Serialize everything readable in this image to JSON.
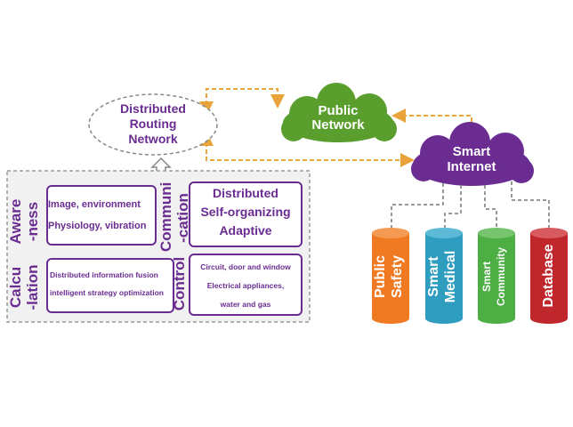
{
  "routing": {
    "line1": "Distributed",
    "line2": "Routing",
    "line3": "Network"
  },
  "public_network": {
    "line1": "Public",
    "line2": "Network"
  },
  "smart_internet": {
    "line1": "Smart",
    "line2": "Internet"
  },
  "panel": {
    "awareness": {
      "label1": "Aware",
      "label2": "-ness",
      "item1": "Image, environment",
      "item2": "Physiology, vibration"
    },
    "communication": {
      "label1": "Communi",
      "label2": "-cation",
      "item1": "Distributed",
      "item2": "Self-organizing",
      "item3": "Adaptive"
    },
    "calculation": {
      "label1": "Calcu",
      "label2": "-lation",
      "item1": "Distributed information fusion",
      "item2": "intelligent strategy optimization"
    },
    "control": {
      "label": "Control",
      "item1": "Circuit, door and window",
      "item2": "Electrical appliances,",
      "item3": "water and gas"
    }
  },
  "cylinders": [
    {
      "line1": "Public",
      "line2": "Safety",
      "color": "#f07a22"
    },
    {
      "line1": "Smart",
      "line2": "Medical",
      "color": "#2e9dbf"
    },
    {
      "line1": "Smart",
      "line2": "Community",
      "color": "#4cae43"
    },
    {
      "line1": "Database",
      "line2": "",
      "color": "#c0272d"
    }
  ],
  "colors": {
    "purple": "#6a2c91",
    "cloud_green": "#5a9e2e",
    "cloud_purple": "#6a2c91",
    "arrow": "#e8a33a"
  }
}
